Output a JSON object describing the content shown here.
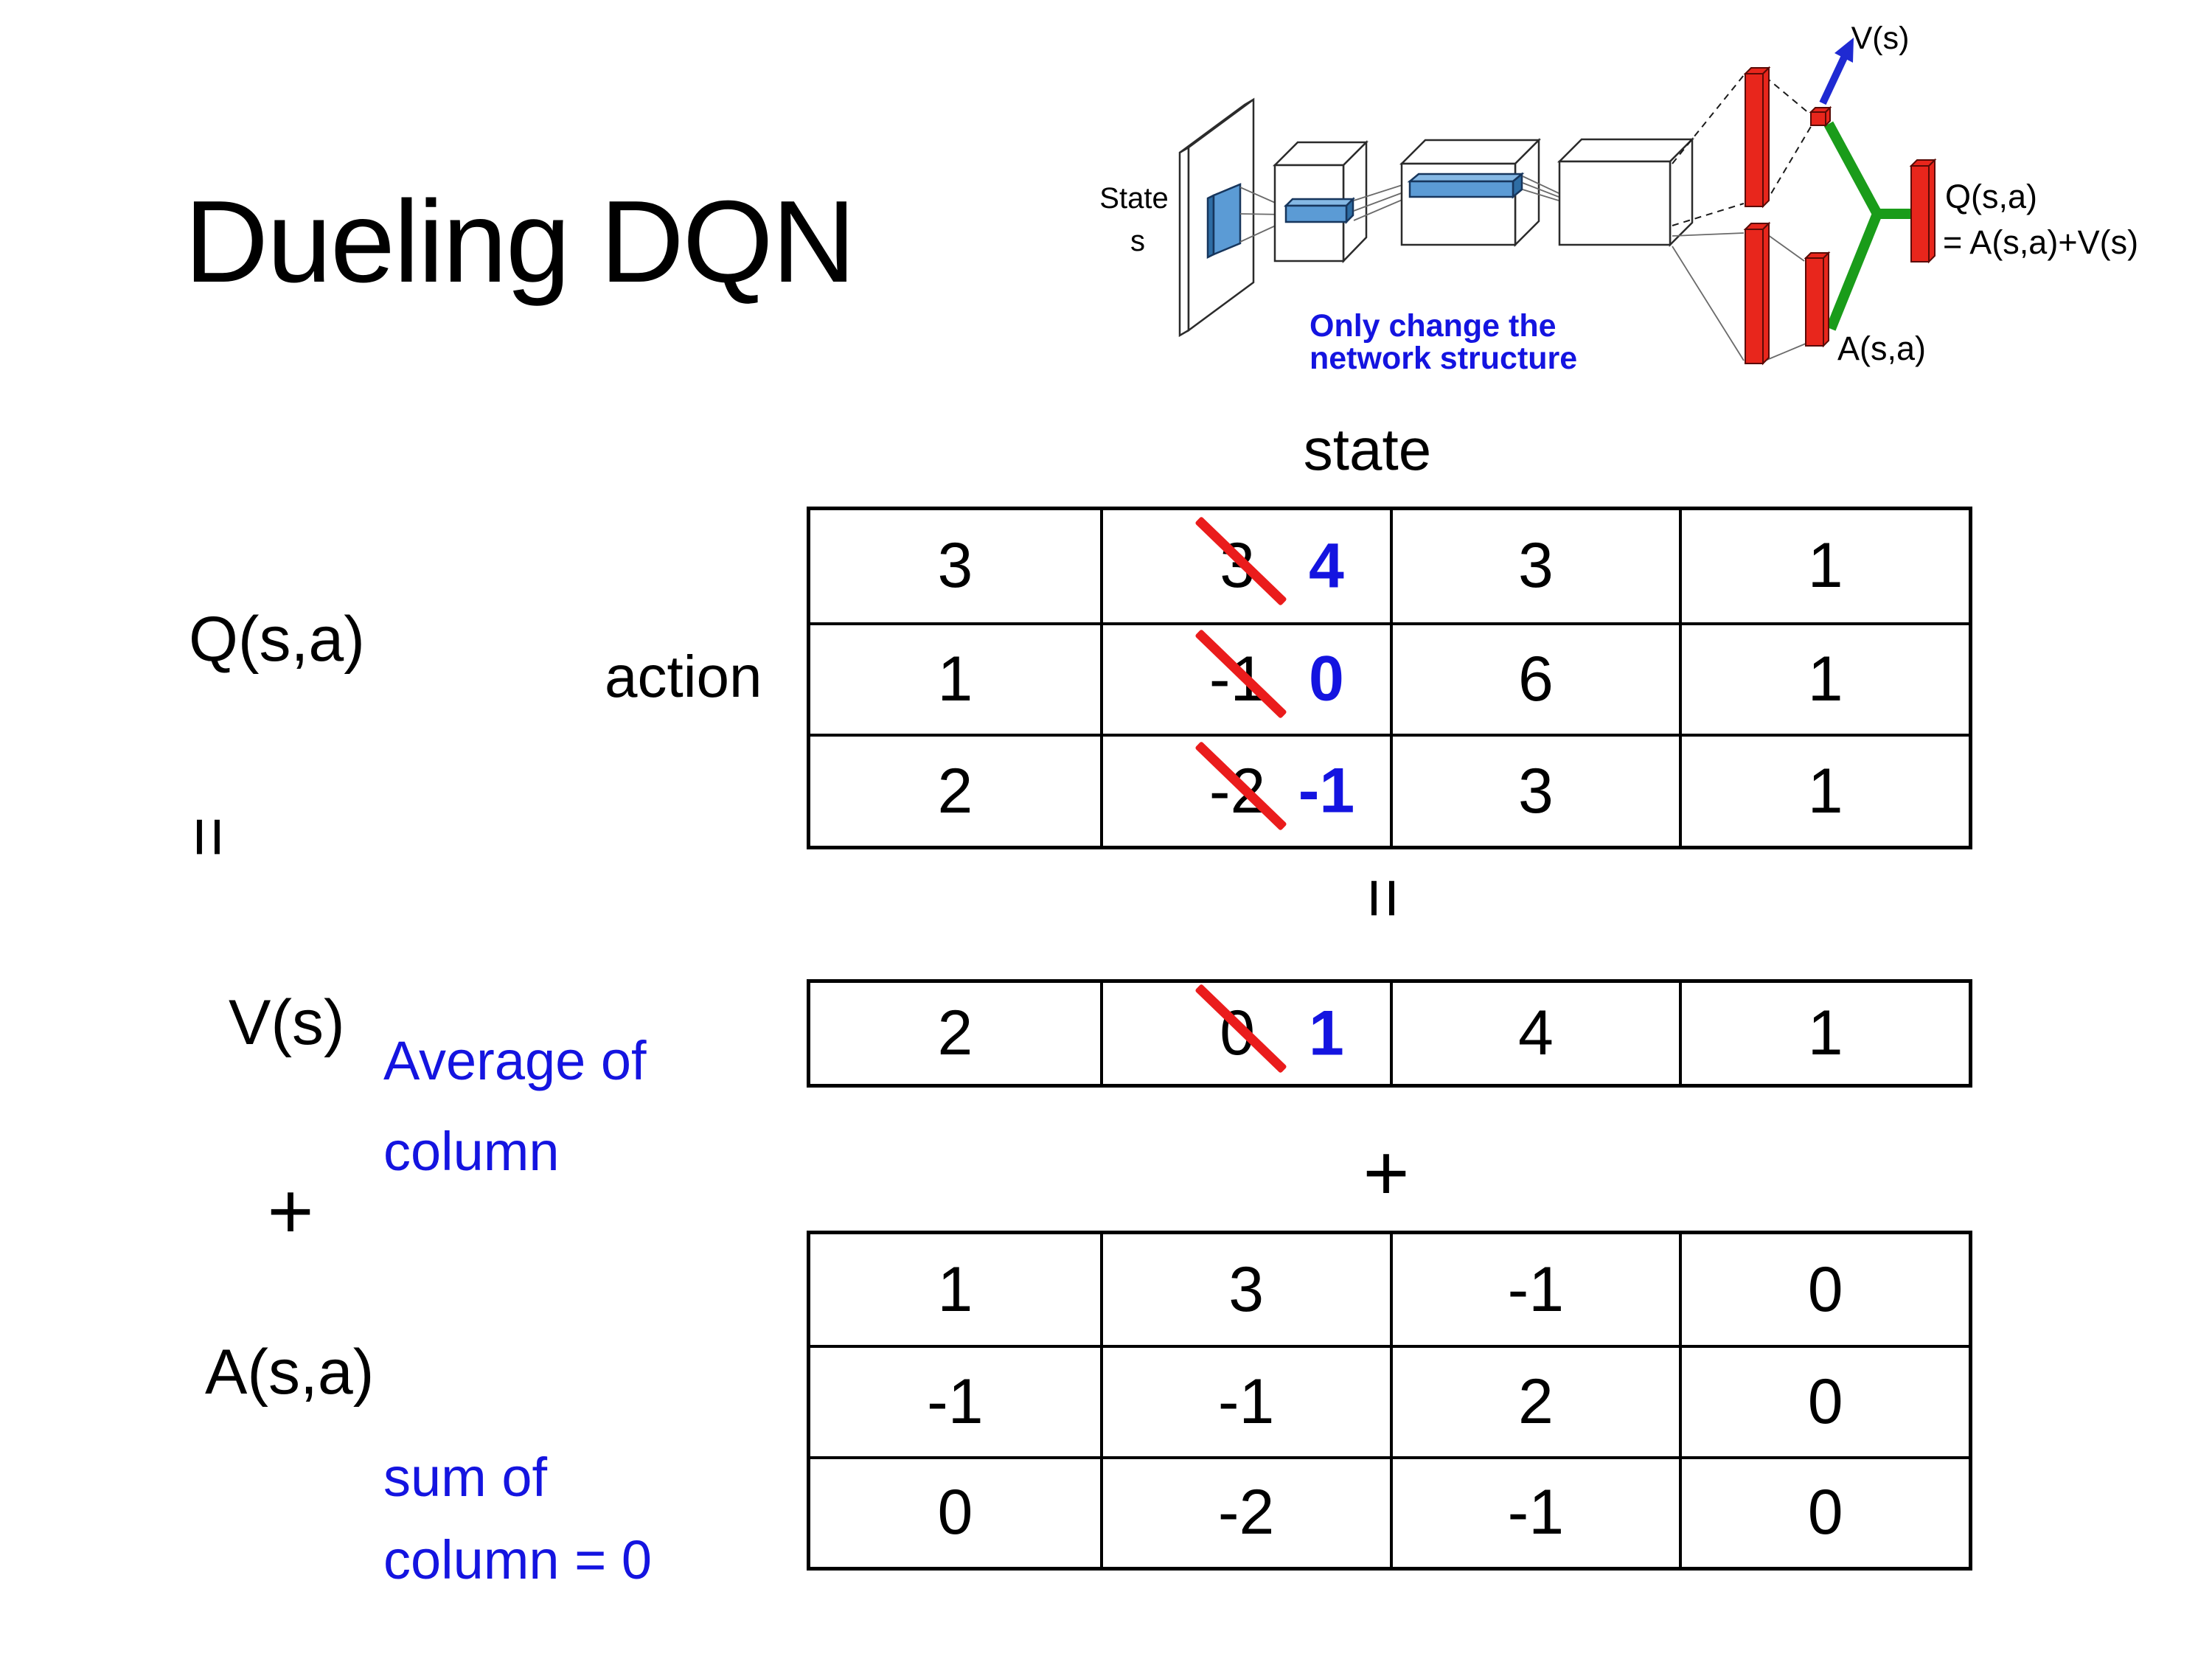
{
  "title": "Dueling DQN",
  "labels": {
    "q": "Q(s,a)",
    "v": "V(s)",
    "a": "A(s,a)",
    "state": "state",
    "action": "action",
    "equals": "=",
    "plus": "+",
    "avg_line1": "Average of",
    "avg_line2": "column",
    "sum_line1": "sum of",
    "sum_line2": "column = 0"
  },
  "diagram": {
    "state_line1": "State",
    "state_line2": "s",
    "note_line1": "Only change the",
    "note_line2": "network structure",
    "v_out_label": "V(s)",
    "a_out_label": "A(s,a)",
    "q_out_label": "Q(s,a)",
    "q_out_formula": "= A(s,a)+V(s)"
  },
  "q_table": {
    "rows": [
      [
        {
          "v": "3"
        },
        {
          "v": "3",
          "r": "4",
          "struck": true
        },
        {
          "v": "3"
        },
        {
          "v": "1"
        }
      ],
      [
        {
          "v": "1"
        },
        {
          "v": "-1",
          "r": "0",
          "struck": true
        },
        {
          "v": "6"
        },
        {
          "v": "1"
        }
      ],
      [
        {
          "v": "2"
        },
        {
          "v": "-2",
          "r": "-1",
          "struck": true
        },
        {
          "v": "3"
        },
        {
          "v": "1"
        }
      ]
    ]
  },
  "v_table": {
    "rows": [
      [
        {
          "v": "2"
        },
        {
          "v": "0",
          "r": "1",
          "struck": true
        },
        {
          "v": "4"
        },
        {
          "v": "1"
        }
      ]
    ]
  },
  "a_table": {
    "rows": [
      [
        {
          "v": "1"
        },
        {
          "v": "3"
        },
        {
          "v": "-1"
        },
        {
          "v": "0"
        }
      ],
      [
        {
          "v": "-1"
        },
        {
          "v": "-1"
        },
        {
          "v": "2"
        },
        {
          "v": "0"
        }
      ],
      [
        {
          "v": "0"
        },
        {
          "v": "-2"
        },
        {
          "v": "-1"
        },
        {
          "v": "0"
        }
      ]
    ]
  },
  "colors": {
    "accent_blue": "#1414e0",
    "strike_red": "#ea1c1c",
    "bar_red": "#e8261c",
    "link_green": "#1a9c1a",
    "slab_blue": "#5b9bd5"
  }
}
